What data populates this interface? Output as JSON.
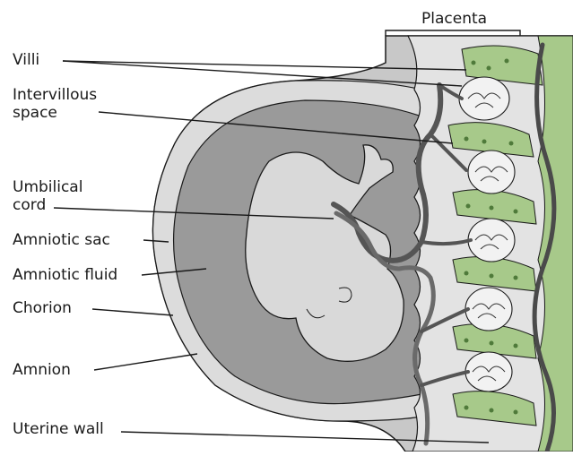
{
  "diagram": {
    "labels": {
      "placenta": "Placenta",
      "villi": "Villi",
      "intervillous_space_line1": "Intervillous",
      "intervillous_space_line2": "space",
      "umbilical_cord_line1": "Umbilical",
      "umbilical_cord_line2": "cord",
      "amniotic_sac": "Amniotic sac",
      "amniotic_fluid": "Amniotic fluid",
      "chorion": "Chorion",
      "amnion": "Amnion",
      "uterine_wall": "Uterine wall"
    },
    "colors": {
      "uterine_wall": "#c8c8c8",
      "chorion": "#dcdcdc",
      "amniotic_fluid": "#9a9a9a",
      "fetus": "#d9d9d9",
      "placenta_tissue": "#a7c98a",
      "vessels": "#555555",
      "outline": "#1a1a1a"
    }
  }
}
